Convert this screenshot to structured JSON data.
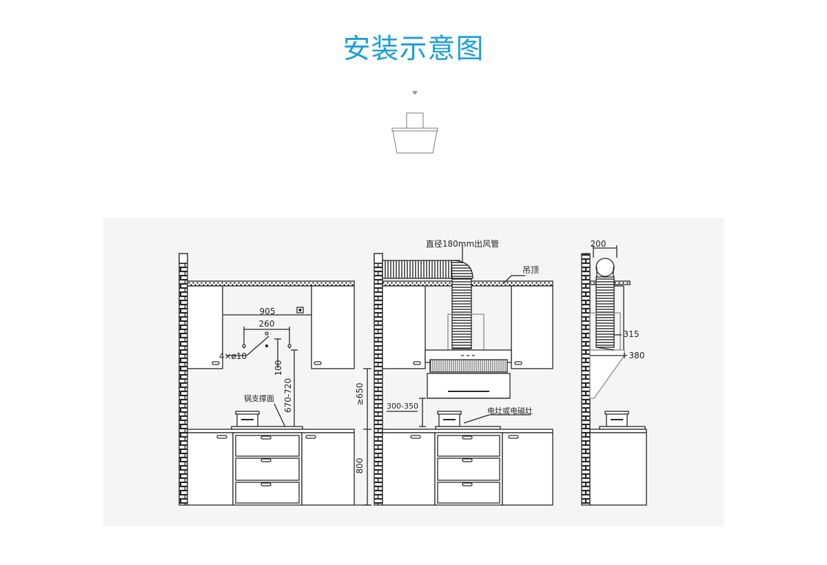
{
  "title": "安装示意图",
  "diagrams": {
    "front_view_1": {
      "dim_905": "905",
      "dim_260": "260",
      "hole_spec": "4×ø10",
      "dim_100": "100",
      "dim_670_720": "670-720",
      "dim_650": "≥650",
      "dim_800": "800",
      "pan_support_label": "锅支撑面"
    },
    "front_view_2": {
      "duct_label": "直径180mm出风管",
      "ceiling_label": "吊顶",
      "dim_300_350": "300-350",
      "stove_label": "电灶或电磁灶"
    },
    "side_view": {
      "dim_200": "200",
      "dim_315": "315",
      "dim_380": "380"
    }
  }
}
